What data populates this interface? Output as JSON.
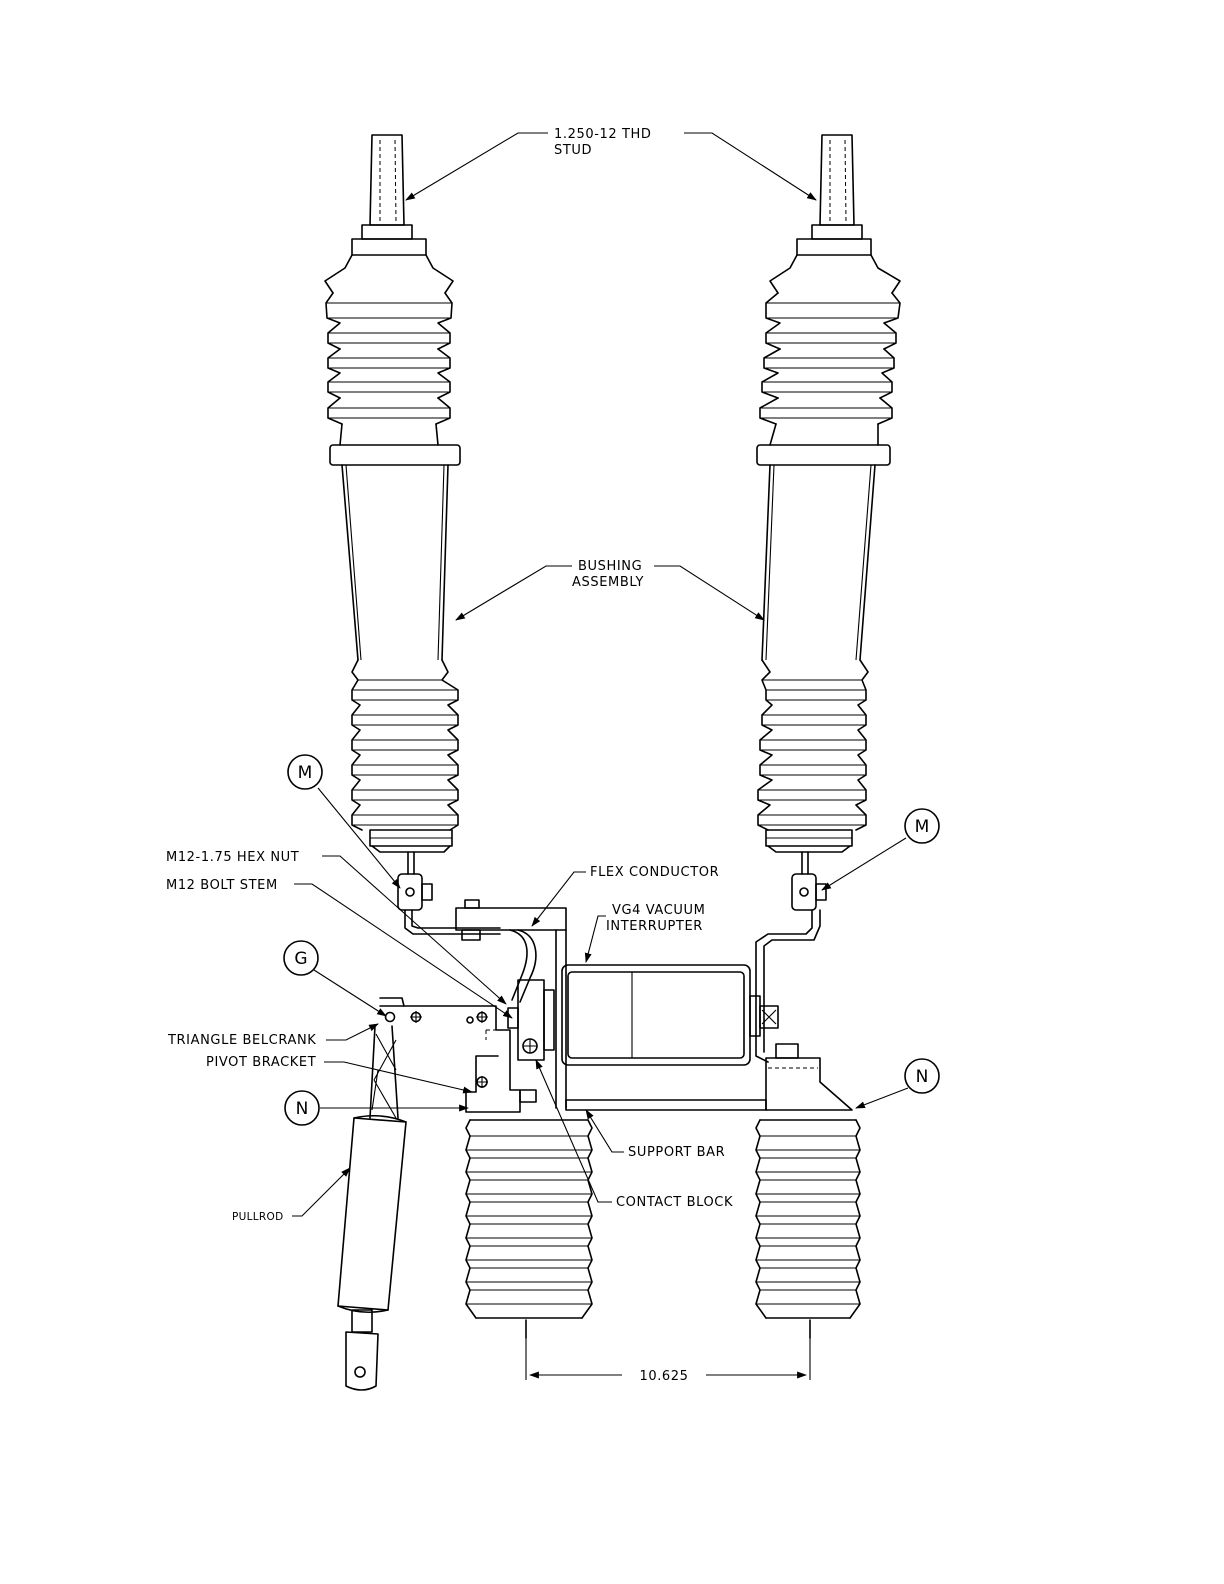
{
  "labels": {
    "stud_line1": "1.250-12 THD",
    "stud_line2": "STUD",
    "bushing_line1": "BUSHING",
    "bushing_line2": "ASSEMBLY",
    "hex_nut": "M12-1.75 HEX NUT",
    "bolt_stem": "M12 BOLT STEM",
    "flex_conductor": "FLEX CONDUCTOR",
    "vacuum_line1": "VG4 VACUUM",
    "vacuum_line2": "INTERRUPTER",
    "triangle_belcrank": "TRIANGLE BELCRANK",
    "pivot_bracket": "PIVOT BRACKET",
    "support_bar": "SUPPORT BAR",
    "contact_block": "CONTACT BLOCK",
    "pullrod": "PULLROD",
    "dimension": "10.625"
  },
  "callouts": {
    "m_left": "M",
    "m_right": "M",
    "g": "G",
    "n_left": "N",
    "n_right": "N"
  }
}
